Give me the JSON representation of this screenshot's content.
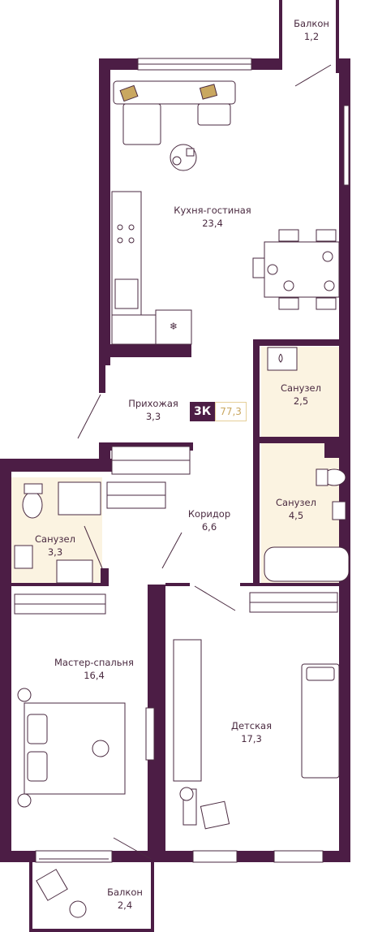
{
  "colors": {
    "wall": "#4c1d45",
    "tile": "#fbf3e1",
    "furniture": "#4a2a40",
    "accent": "#e6cf99"
  },
  "badge": {
    "type": "3К",
    "area": "77,3"
  },
  "rooms": [
    {
      "id": "balcony-top",
      "name": "Балкон",
      "area": "1,2"
    },
    {
      "id": "kitchen-living",
      "name": "Кухня-гостиная",
      "area": "23,4"
    },
    {
      "id": "hall",
      "name": "Прихожая",
      "area": "3,3"
    },
    {
      "id": "bath-1",
      "name": "Санузел",
      "area": "2,5"
    },
    {
      "id": "corridor",
      "name": "Коридор",
      "area": "6,6"
    },
    {
      "id": "bath-2",
      "name": "Санузел",
      "area": "4,5"
    },
    {
      "id": "bath-3",
      "name": "Санузел",
      "area": "3,3"
    },
    {
      "id": "master-bedroom",
      "name": "Мастер-спальня",
      "area": "16,4"
    },
    {
      "id": "kids-room",
      "name": "Детская",
      "area": "17,3"
    },
    {
      "id": "balcony-bottom",
      "name": "Балкон",
      "area": "2,4"
    }
  ]
}
